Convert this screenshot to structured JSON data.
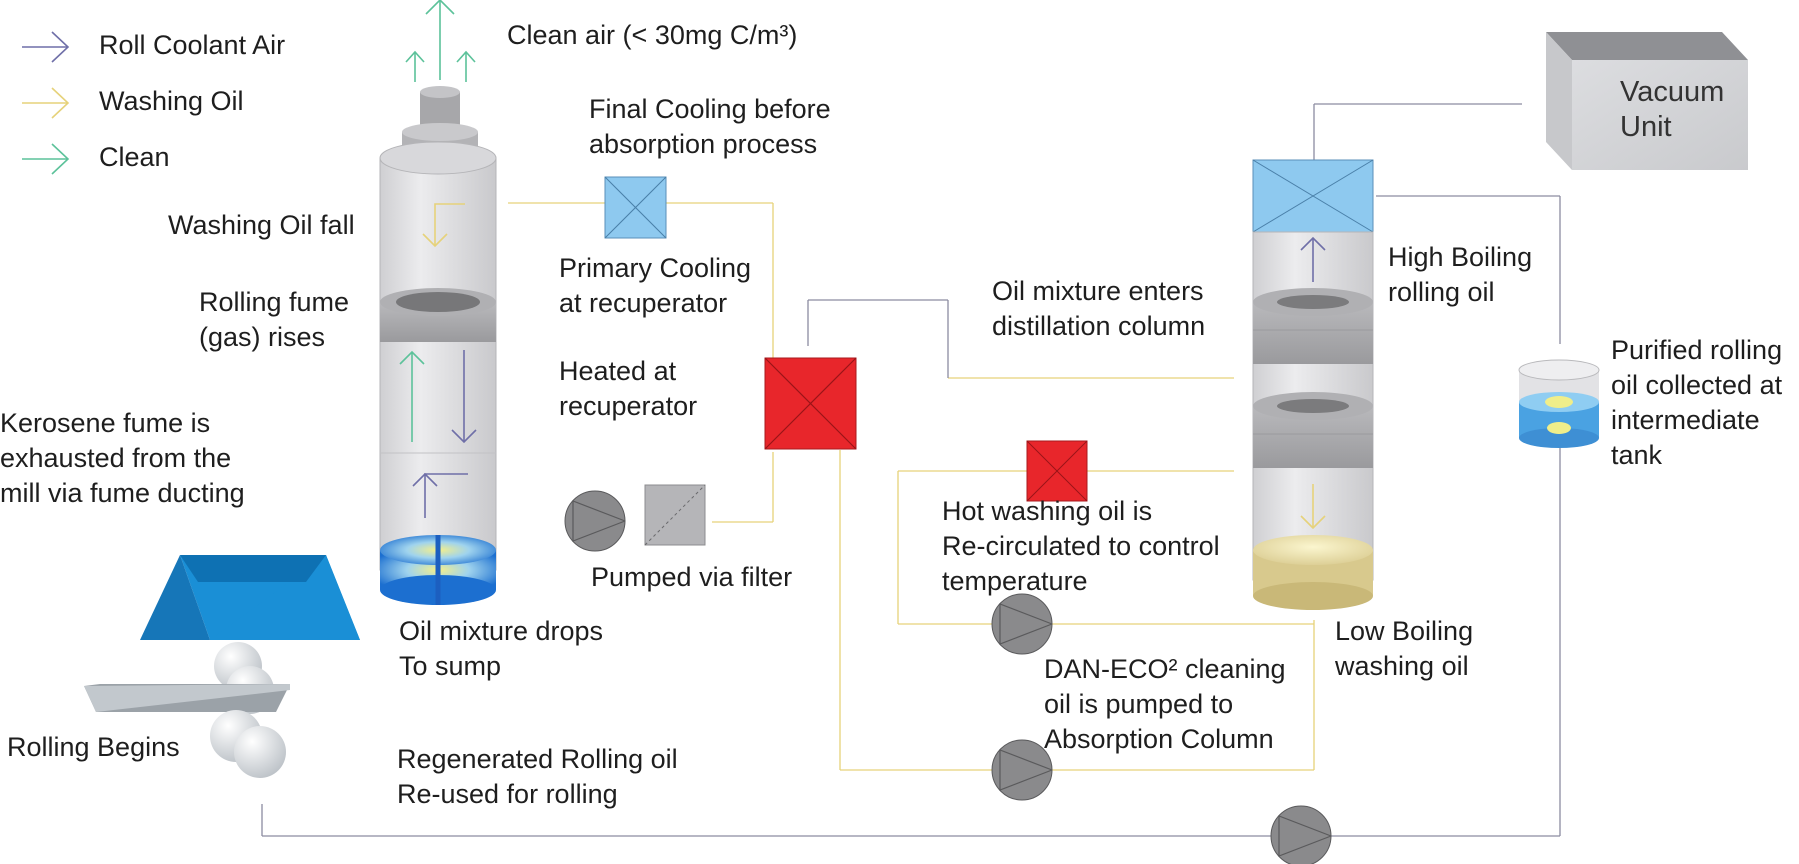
{
  "legend": [
    {
      "label": "Roll Coolant Air",
      "color": "#6f6fa8"
    },
    {
      "label": "Washing Oil",
      "color": "#e6d27a"
    },
    {
      "label": "Clean",
      "color": "#5cc29a"
    }
  ],
  "labels": {
    "clean_air": "Clean air (< 30mg C/m³)",
    "final_cooling": [
      "Final Cooling before",
      "absorption process"
    ],
    "washing_oil_fall": "Washing Oil fall",
    "rolling_fume": [
      "Rolling fume",
      "(gas) rises"
    ],
    "kerosene": [
      "Kerosene fume is",
      "exhausted from the",
      "mill via fume ducting"
    ],
    "primary_cooling": [
      "Primary Cooling",
      "at recuperator"
    ],
    "heated": [
      "Heated at",
      "recuperator"
    ],
    "pumped_filter": "Pumped via filter",
    "oil_mixture_drops": [
      "Oil mixture drops",
      "To sump"
    ],
    "rolling_begins": "Rolling Begins",
    "regenerated": [
      "Regenerated Rolling oil",
      "Re-used for rolling"
    ],
    "oil_enters": [
      "Oil mixture enters",
      "distillation column"
    ],
    "hot_washing": [
      "Hot washing oil is",
      "Re-circulated to control",
      "temperature"
    ],
    "dan_eco": [
      "DAN-ECO² cleaning",
      "oil is pumped to",
      "Absorption Column"
    ],
    "high_boiling": [
      "High Boiling",
      "rolling oil"
    ],
    "low_boiling": [
      "Low Boiling",
      "washing oil"
    ],
    "purified": [
      "Purified rolling",
      "oil collected at",
      "intermediate",
      "tank"
    ],
    "vacuum_unit": [
      "Vacuum",
      "Unit"
    ]
  },
  "colors": {
    "coolant_air": "#6f6fa8",
    "washing_oil": "#e6d27a",
    "clean": "#5cc29a",
    "cooler": "#8ec9ef",
    "heater": "#e8262b",
    "column": "#e4e4e6",
    "pump": "#8a8a8c",
    "mill_blue": "#1a8fd6"
  },
  "icons": {
    "cooler": "cooler-x-box-icon",
    "heater": "heater-x-box-icon",
    "pump": "pump-circle-icon",
    "filter": "filter-box-icon"
  }
}
